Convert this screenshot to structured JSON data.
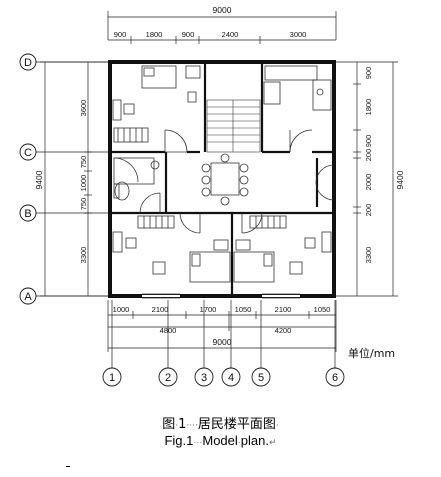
{
  "plan": {
    "overall_width": "9000",
    "overall_depth": "9400",
    "top_dims": [
      "900",
      "1800",
      "900",
      "2400",
      "3000"
    ],
    "bottom_dims_row1": [
      "1000",
      "2100",
      "1700",
      "1050",
      "2100",
      "1050"
    ],
    "bottom_dims_row2": [
      "4800",
      "4200"
    ],
    "bottom_total": "9000",
    "left_dims": [
      "3600",
      "750",
      "1000",
      "750",
      "3300"
    ],
    "right_dims": [
      "900",
      "1800",
      "900",
      "200",
      "2000",
      "200",
      "3300"
    ],
    "row_axes": [
      "D",
      "C",
      "B",
      "A"
    ],
    "col_axes": [
      "1",
      "2",
      "3",
      "4",
      "5",
      "6"
    ],
    "unit_label": "单位/mm"
  },
  "caption": {
    "cn_prefix": "图",
    "cn_number": "1",
    "cn_title": "居民楼平面图",
    "en_prefix": "Fig.",
    "en_number": "1",
    "en_title1": "Model",
    "en_title2": "plan."
  }
}
